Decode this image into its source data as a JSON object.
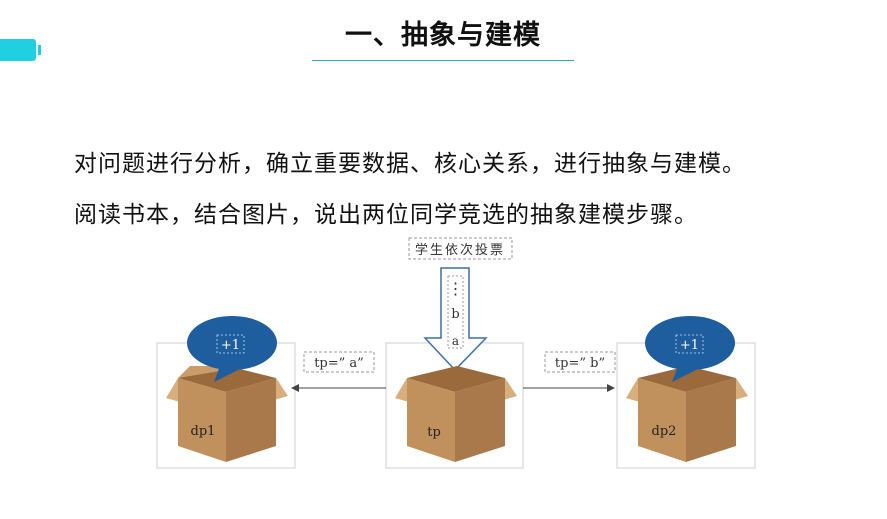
{
  "title": "一、抽象与建模",
  "paragraphs": [
    "对问题进行分析，确立重要数据、核心关系，进行抽象与建模。",
    "阅读书本，结合图片，说出两位同学竞选的抽象建模步骤。"
  ],
  "diagram": {
    "vote_caption": "学生依次投票",
    "stack_dots": "⋮",
    "stack_items": [
      "b",
      "a"
    ],
    "boxes": {
      "left": {
        "label": "dp1",
        "bubble": "+1"
      },
      "center": {
        "label": "tp"
      },
      "right": {
        "label": "dp2",
        "bubble": "+1"
      }
    },
    "left_transfer": "tp=” a”",
    "right_transfer": "tp=” b”"
  },
  "colors": {
    "accent": "#21cfe3",
    "bubble": "#1e5e9e",
    "box_body": "#c79a67",
    "box_dark": "#a8784a",
    "box_light": "#deb888"
  }
}
